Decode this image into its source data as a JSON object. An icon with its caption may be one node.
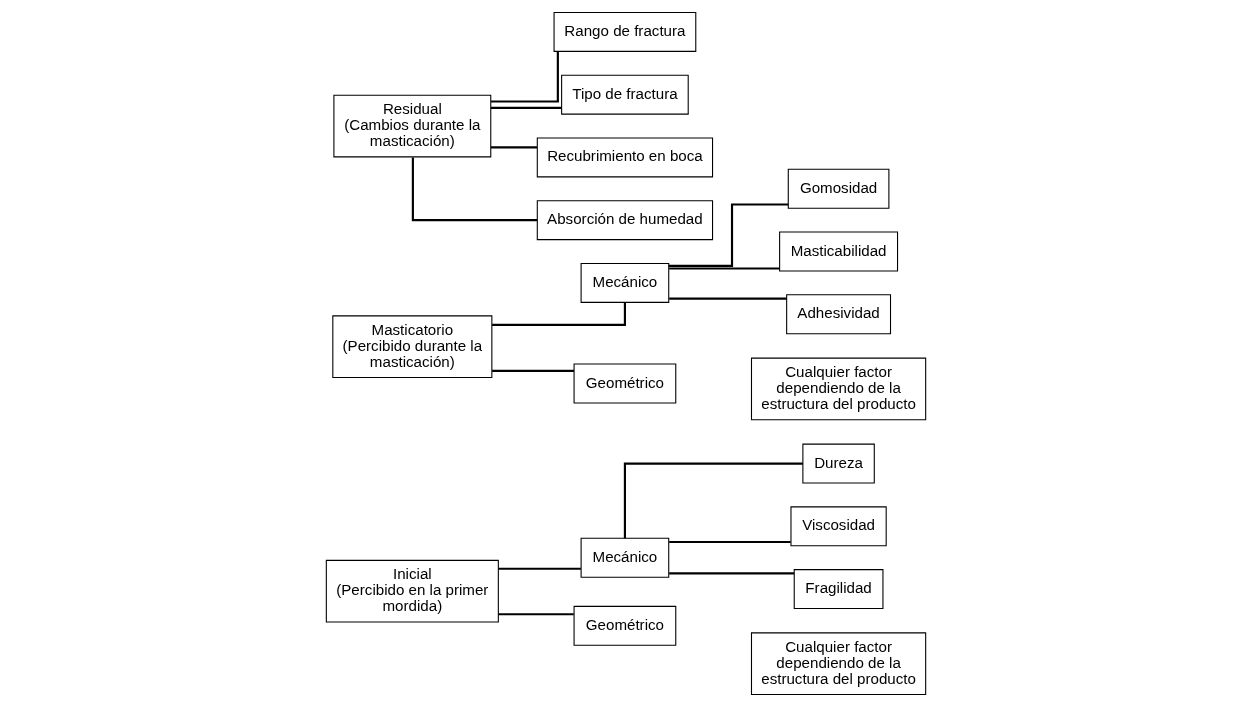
{
  "diagram": {
    "nodes": [
      {
        "text": [
          "Inicial",
          "(Percibido en la primer mordida)"
        ]
      },
      {
        "text": [
          "Mecánico"
        ]
      },
      {
        "text": [
          "Dureza"
        ]
      },
      {
        "text": [
          "Viscosidad"
        ]
      },
      {
        "text": [
          "Fragilidad"
        ]
      },
      {
        "text": [
          "Geométrico"
        ]
      },
      {
        "text": [
          "Cualquier factor dependiendo de la estructura del producto"
        ]
      },
      {
        "text": [
          "Masticatorio",
          "(Percibido durante la masticación)"
        ]
      },
      {
        "text": [
          "Mecánico"
        ]
      },
      {
        "text": [
          "Gomosidad"
        ]
      },
      {
        "text": [
          "Masticabilidad"
        ]
      },
      {
        "text": [
          "Adhesividad"
        ]
      },
      {
        "text": [
          "Geométrico"
        ]
      },
      {
        "text": [
          "Cualquier factor dependiendo de la estructura del producto"
        ]
      },
      {
        "text": [
          "Residual",
          "(Cambios durante la masticación)"
        ]
      },
      {
        "text": [
          "Rango de fractura"
        ]
      },
      {
        "text": [
          "Tipo de fractura"
        ]
      },
      {
        "text": [
          "Recubrimiento en boca"
        ]
      },
      {
        "text": [
          "Absorción de humedad"
        ]
      }
    ],
    "edges": [
      {
        "from": 0,
        "to": 1,
        "arrow": "none"
      },
      {
        "from": 0,
        "to": 5,
        "arrow": "none"
      },
      {
        "from": 1,
        "to": 2,
        "arrow": "none"
      },
      {
        "from": 1,
        "to": 3,
        "arrow": "none"
      },
      {
        "from": 1,
        "to": 4,
        "arrow": "none"
      },
      {
        "from": 7,
        "to": 8,
        "arrow": "none"
      },
      {
        "from": 7,
        "to": 12,
        "arrow": "none"
      },
      {
        "from": 8,
        "to": 9,
        "arrow": "none"
      },
      {
        "from": 8,
        "to": 10,
        "arrow": "none"
      },
      {
        "from": 8,
        "to": 11,
        "arrow": "none"
      },
      {
        "from": 14,
        "to": 15,
        "arrow": "none"
      },
      {
        "from": 14,
        "to": 17,
        "arrow": "none"
      },
      {
        "from": 14,
        "to": 16,
        "arrow": "none"
      },
      {
        "from": 14,
        "to": 18,
        "arrow": "none"
      }
    ]
  }
}
